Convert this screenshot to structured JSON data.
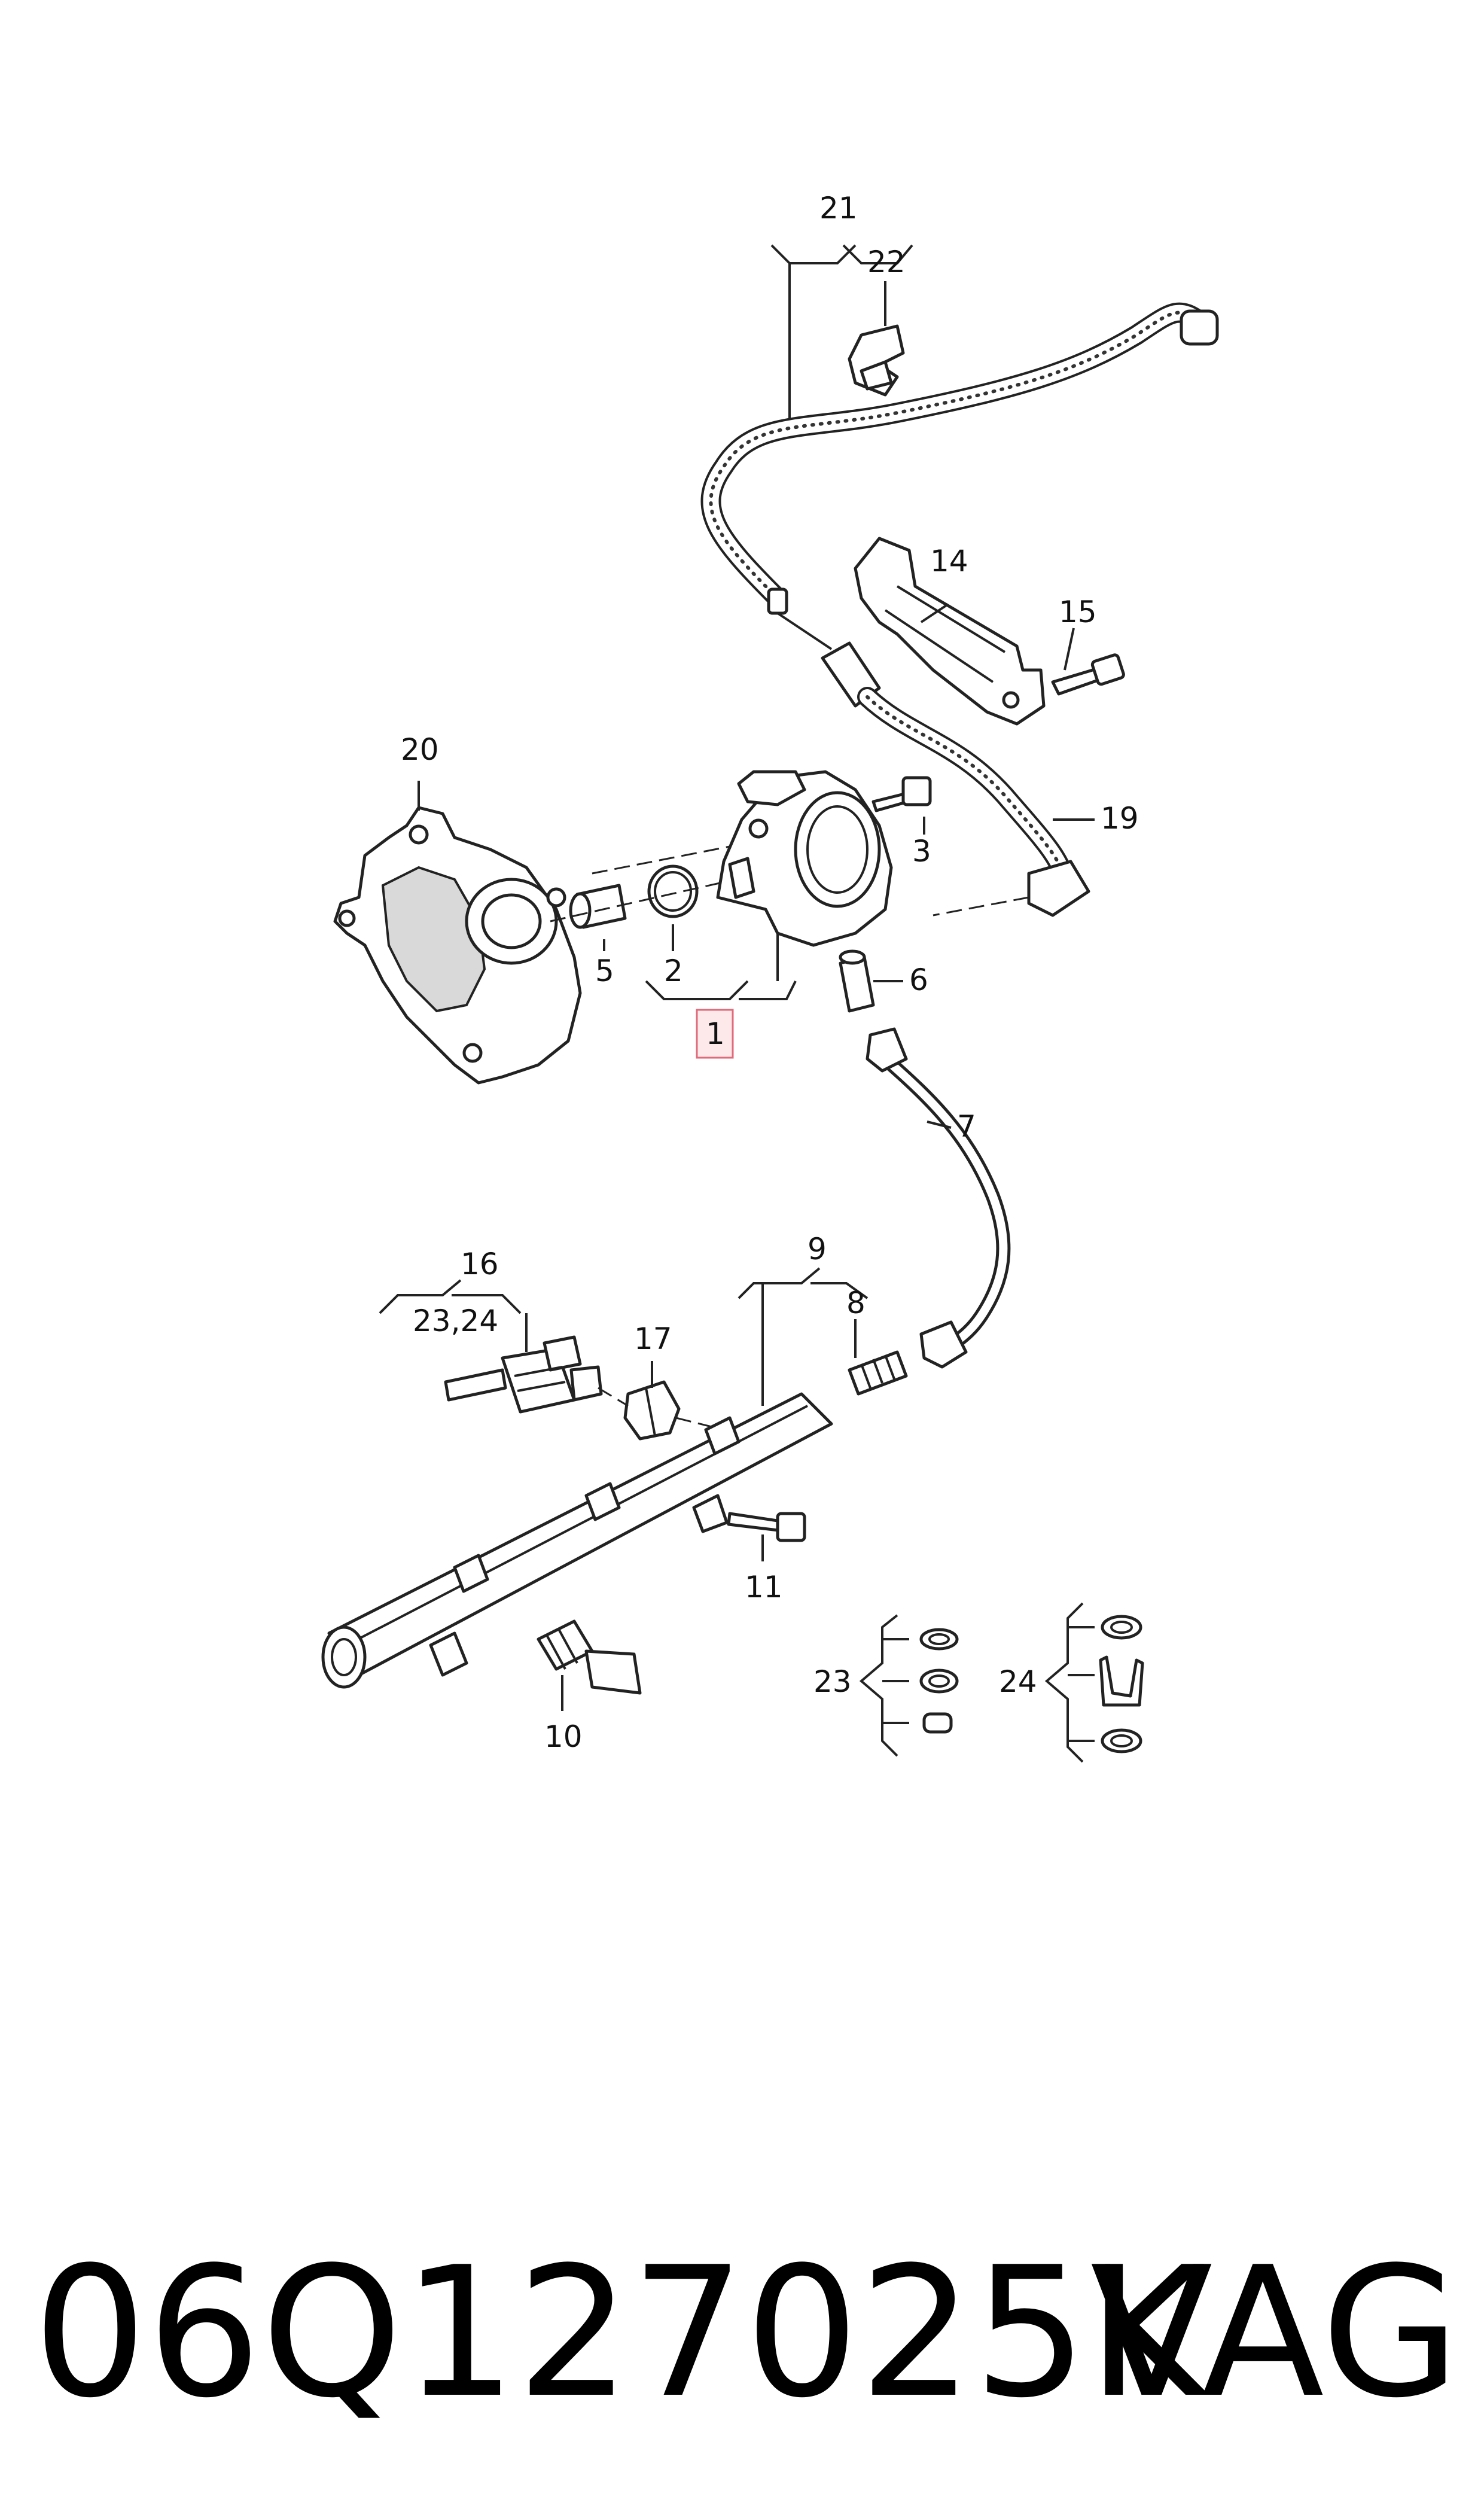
{
  "callouts": {
    "c1": "1",
    "c2": "2",
    "c3": "3",
    "c5": "5",
    "c6": "6",
    "c7": "7",
    "c8": "8",
    "c9": "9",
    "c10": "10",
    "c11": "11",
    "c14": "14",
    "c15": "15",
    "c16": "16",
    "c17": "17",
    "c19": "19",
    "c20": "20",
    "c21": "21",
    "c22": "22",
    "c23": "23",
    "c24": "24",
    "c2324": "23,24"
  },
  "highlight_color": "#e06a7a",
  "footer": {
    "part_number": "06Q127025K",
    "brand": "VAG"
  }
}
